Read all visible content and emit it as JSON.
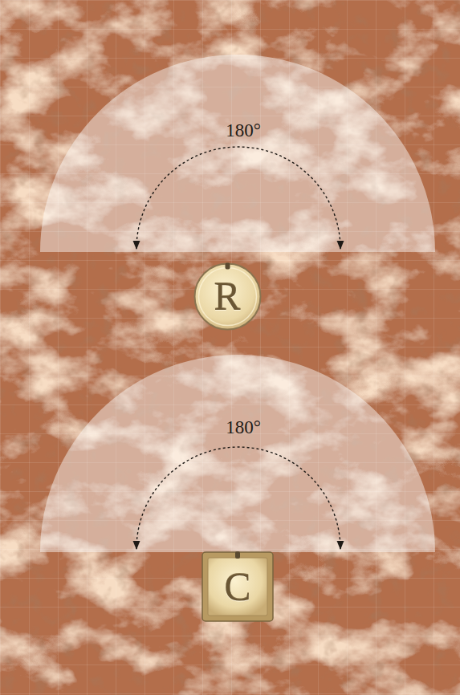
{
  "diagram": {
    "nodes": [
      {
        "text": [
          "R"
        ]
      },
      {
        "text": [
          "C"
        ]
      }
    ],
    "labels": [
      "180°",
      "180°"
    ]
  }
}
